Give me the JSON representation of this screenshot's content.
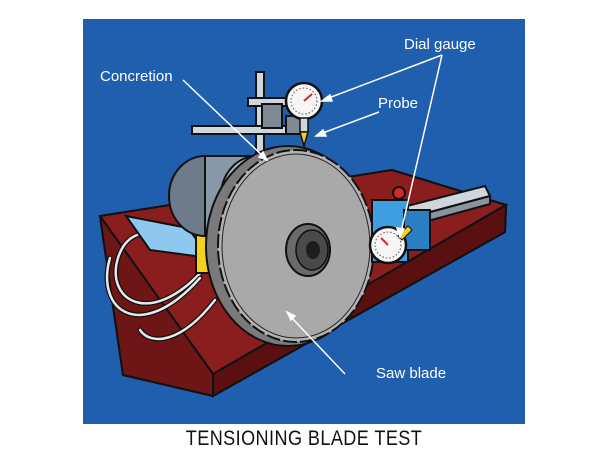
{
  "labels": {
    "dial_gauge": "Dial gauge",
    "concretion": "Concretion",
    "probe": "Probe",
    "saw_blade": "Saw blade"
  },
  "caption": "TENSIONING BLADE TEST",
  "colors": {
    "background": "#1f5fae",
    "base_plate": "#8a1e1e",
    "blade": "#a9a9a9",
    "probe": "#f2d21b",
    "marker": "#d72828"
  }
}
